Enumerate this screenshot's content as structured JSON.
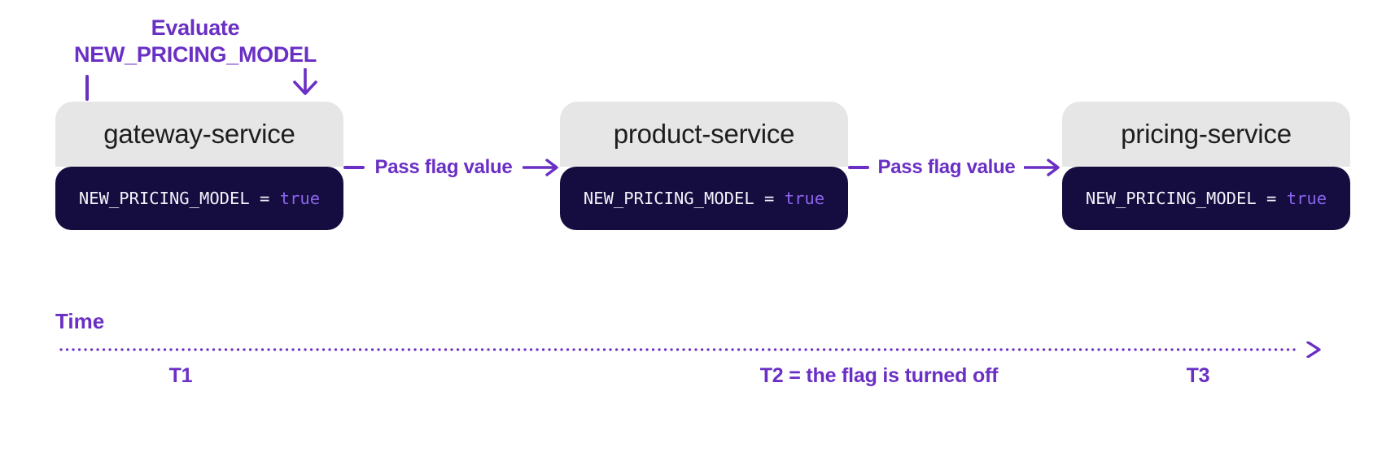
{
  "annotation": {
    "line1": "Evaluate",
    "line2": "NEW_PRICING_MODEL"
  },
  "services": [
    {
      "name": "gateway-service",
      "flag_label": "NEW_PRICING_MODEL = ",
      "flag_value": "true"
    },
    {
      "name": "product-service",
      "flag_label": "NEW_PRICING_MODEL = ",
      "flag_value": "true"
    },
    {
      "name": "pricing-service",
      "flag_label": "NEW_PRICING_MODEL = ",
      "flag_value": "true"
    }
  ],
  "connectors": [
    {
      "label": "Pass flag value"
    },
    {
      "label": "Pass flag value"
    }
  ],
  "timeline": {
    "axis_label": "Time",
    "markers": [
      {
        "label": "T1"
      },
      {
        "label": "T2 = the flag is turned off"
      },
      {
        "label": "T3"
      }
    ]
  },
  "colors": {
    "accent": "#6A2FC4",
    "flag-value": "#8B64EC",
    "body-bg": "#150D40",
    "header-bg": "#E7E6E6",
    "name-text": "#1E1E1E",
    "flag-text": "#F4F2FA",
    "page-bg": "#FFFFFF"
  }
}
